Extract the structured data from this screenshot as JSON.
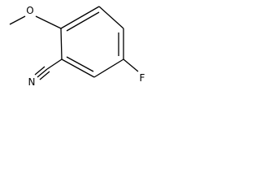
{
  "molecule": {
    "atoms": {
      "oxygen": "O",
      "nitrogen": "N",
      "fluorine": "F"
    }
  }
}
